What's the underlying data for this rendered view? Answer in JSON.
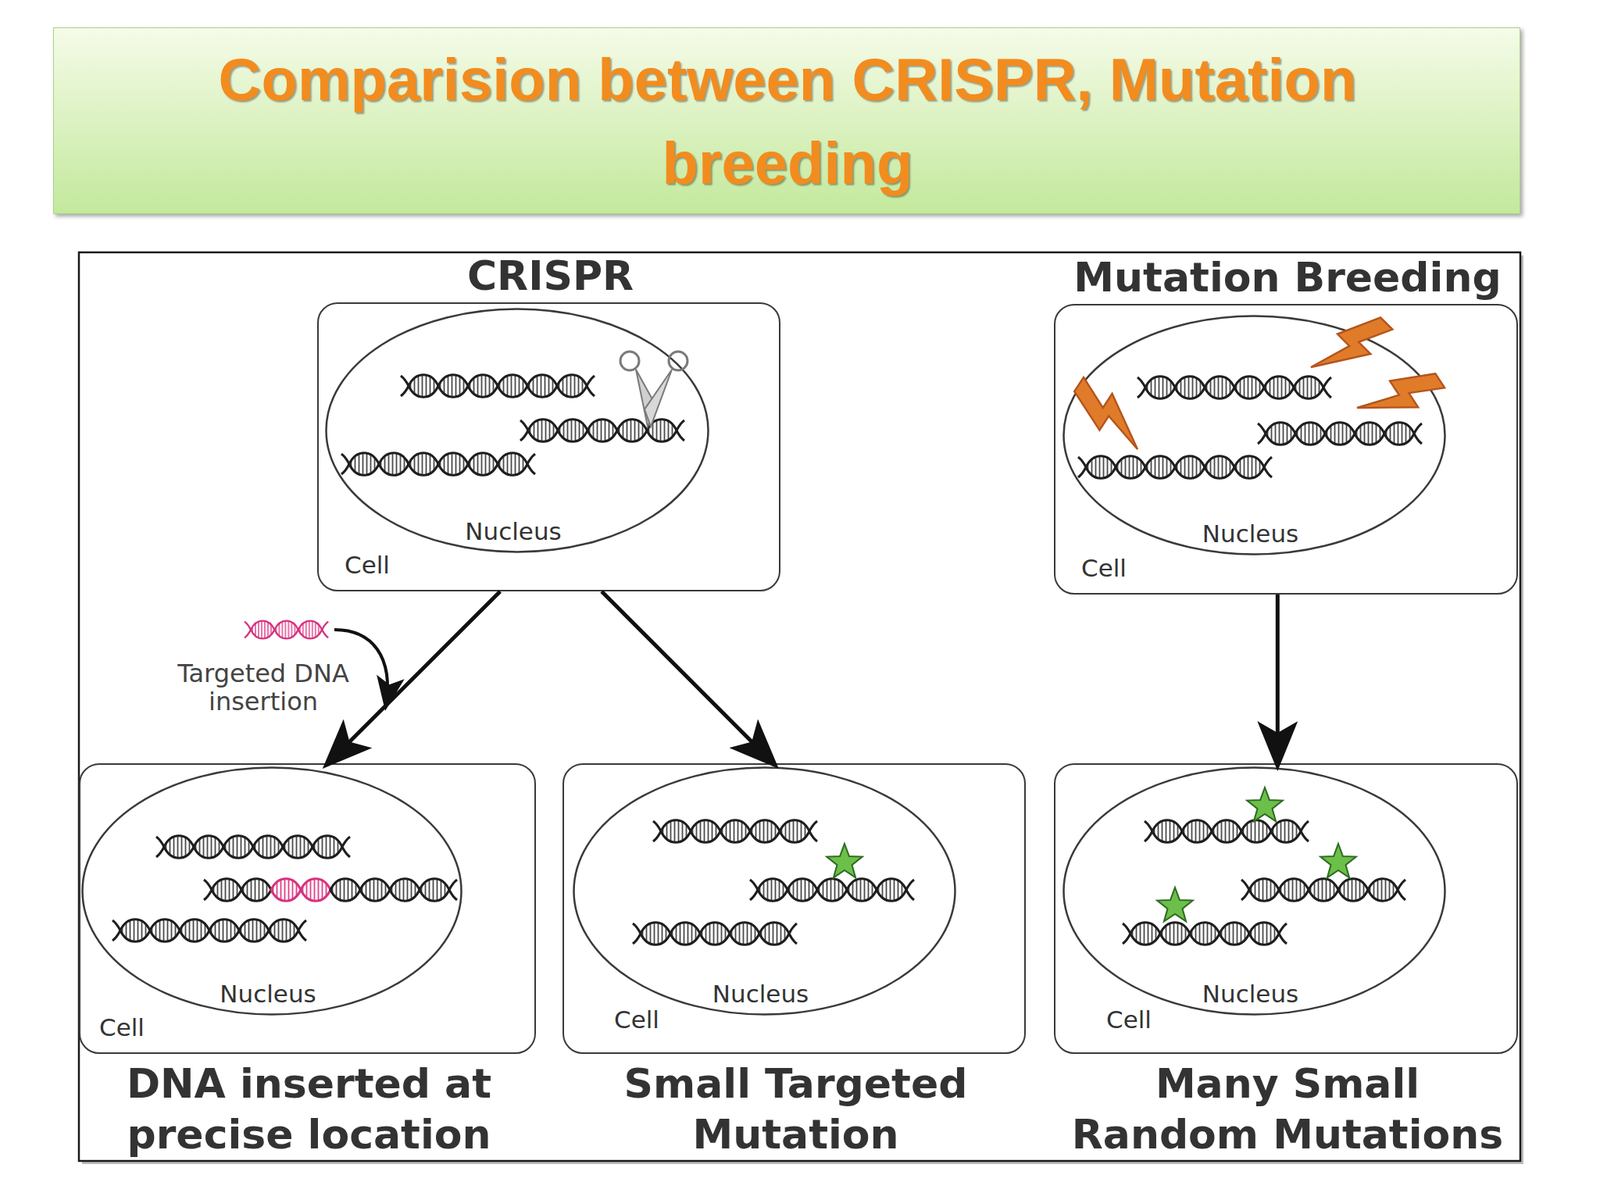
{
  "diagram": {
    "title": "Comparision between CRISPR, Mutation breeding",
    "nodes": [
      {
        "text": [
          "CRISPR",
          "Cell"
        ]
      },
      {
        "text": [
          "Nucleus"
        ],
        "in": 0
      },
      {
        "text": [
          "Mutation Breeding",
          "Cell"
        ]
      },
      {
        "text": [
          "Nucleus"
        ],
        "in": 2
      },
      {
        "text": [
          "Cell",
          "DNA inserted at precise location"
        ]
      },
      {
        "text": [
          "Nucleus"
        ],
        "in": 4
      },
      {
        "text": [
          "Cell",
          "Small Targeted Mutation"
        ]
      },
      {
        "text": [
          "Nucleus"
        ],
        "in": 6
      },
      {
        "text": [
          "Cell",
          "Many Small Random Mutations"
        ]
      },
      {
        "text": [
          "Nucleus"
        ],
        "in": 8
      }
    ],
    "edges": [
      {
        "from": 0,
        "to": 4,
        "arrow": "to"
      },
      {
        "from": 0,
        "to": 6,
        "arrow": "to"
      },
      {
        "from": 2,
        "to": 8,
        "arrow": "to"
      }
    ],
    "labels": [
      "Targeted DNA insertion"
    ]
  }
}
